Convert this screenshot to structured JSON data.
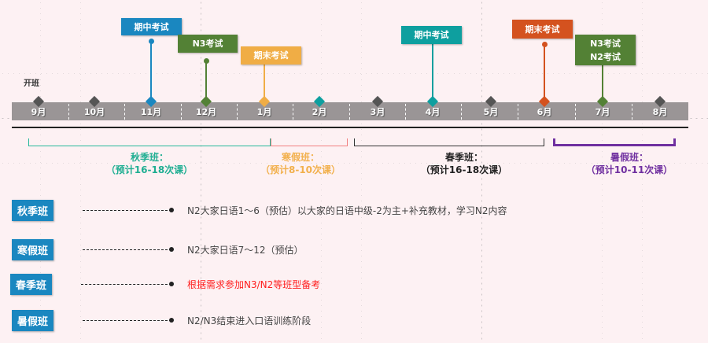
{
  "start_label": "开班",
  "months": [
    "9月",
    "10月",
    "11月",
    "12月",
    "1月",
    "2月",
    "3月",
    "4月",
    "5月",
    "6月",
    "7月",
    "8月"
  ],
  "events": [
    {
      "label": "期中考试",
      "month": "11月",
      "color": "#1a87c0"
    },
    {
      "label": "N3考试",
      "month": "12月",
      "color": "#538135"
    },
    {
      "label": "期末考试",
      "month": "1月",
      "color": "#f0ad45"
    },
    {
      "label": "期中考试",
      "month": "4月",
      "color": "#0e9f9f"
    },
    {
      "label": "期末考试",
      "month": "6月",
      "color": "#d4521f"
    },
    {
      "label": "N3考试",
      "label2": "N2考试",
      "month": "7月",
      "color": "#538135"
    }
  ],
  "terms": [
    {
      "name": "秋季班：",
      "count": "（预计16-18次课）",
      "color": "#1fae92"
    },
    {
      "name": "寒假班：",
      "count": "（预计8-10次课）",
      "color": "#f2b04c"
    },
    {
      "name": "春季班：",
      "count": "（预计16-18次课）",
      "color": "#222222"
    },
    {
      "name": "暑假班：",
      "count": "（预计10-11次课）",
      "color": "#7030a0"
    }
  ],
  "classes": [
    {
      "name": "秋季班",
      "desc": "N2大家日语1～6（预估）以大家的日语中级-2为主+补充教材，学习N2内容"
    },
    {
      "name": "寒假班",
      "desc": "N2大家日语7～12（预估）"
    },
    {
      "name": "春季班",
      "desc": "根据需求参加N3/N2等班型备考",
      "color": "#ff2020"
    },
    {
      "name": "暑假班",
      "desc": "N2/N3结束进入口语训练阶段"
    }
  ]
}
